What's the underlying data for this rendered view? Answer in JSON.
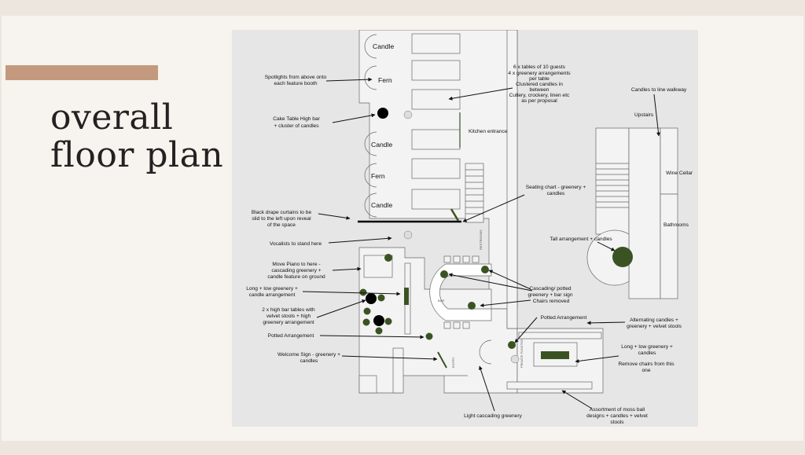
{
  "slide": {
    "title_line1": "overall",
    "title_line2": "floor plan -"
  },
  "plan": {
    "room_labels": {
      "candle_1": "Candle",
      "fern_1": "Fern",
      "candle_2": "Candle",
      "fern_2": "Fern",
      "candle_3": "Candle",
      "wine_cellar": "Wine Cellar",
      "bathrooms": "Bathrooms",
      "upstairs": "Upstairs",
      "restrooms": "RESTROOMS",
      "bar": "BAR",
      "private_function": "PRIVATE FUNCTION",
      "entry": "ENTRY"
    },
    "annotations": {
      "spotlights": [
        "Spotlights from above onto",
        "each feature booth"
      ],
      "cake_table": [
        "Cake Table High bar",
        "+ cluster of candles"
      ],
      "black_drape": [
        "Black drape curtains to be",
        "slid to the left upon reveal",
        "of the space"
      ],
      "vocalists": [
        "Vocalists to stand here"
      ],
      "move_piano": [
        "Move Piano to here -",
        "cascading greenery +",
        "candle feature on ground"
      ],
      "long_low_1": [
        "Long + low greenery  +",
        "candle arrangement"
      ],
      "high_bar": [
        "2 x high bar tables with",
        "velvet stools + high",
        "greenery arrangement"
      ],
      "potted_1": [
        "Potted Arrangement"
      ],
      "welcome_sign": [
        "Welcome Sign - greenery +",
        "candles"
      ],
      "tables_of_10": [
        "6 x tables of 10 guests",
        "4 x greenery arrangements",
        "per table",
        "Clustered candles in",
        "between",
        "Cutlery, crockery, linen etc",
        "as per proposal"
      ],
      "kitchen_entrance": [
        "Kitchen entrance"
      ],
      "seating_chart": [
        "Seating chart - greenery +",
        "candles"
      ],
      "cascading_potted": [
        "Cascading/ potted",
        "greenery + bar sign"
      ],
      "chairs_removed": [
        "Chairs removed"
      ],
      "potted_2": [
        "Potted Arrangement"
      ],
      "alternating": [
        "Alternating candles +",
        "greenery + velvet stools"
      ],
      "long_low_2": [
        "Long + low greenery +",
        "candles"
      ],
      "remove_chairs": [
        "Remove chairs from this",
        "one"
      ],
      "light_cascading": [
        "Light cascading greenery"
      ],
      "assortment": [
        "Assortment of moss ball",
        "designs + candles + velvet",
        "stools"
      ],
      "candles_walkway": [
        "Candles to line walkway"
      ],
      "tall_arrangement": [
        "Tall arrangement + candles"
      ]
    },
    "colors": {
      "greenery": "#3b5323",
      "black": "#000000",
      "wall": "#666666",
      "canvas": "#e6e6e6"
    }
  }
}
